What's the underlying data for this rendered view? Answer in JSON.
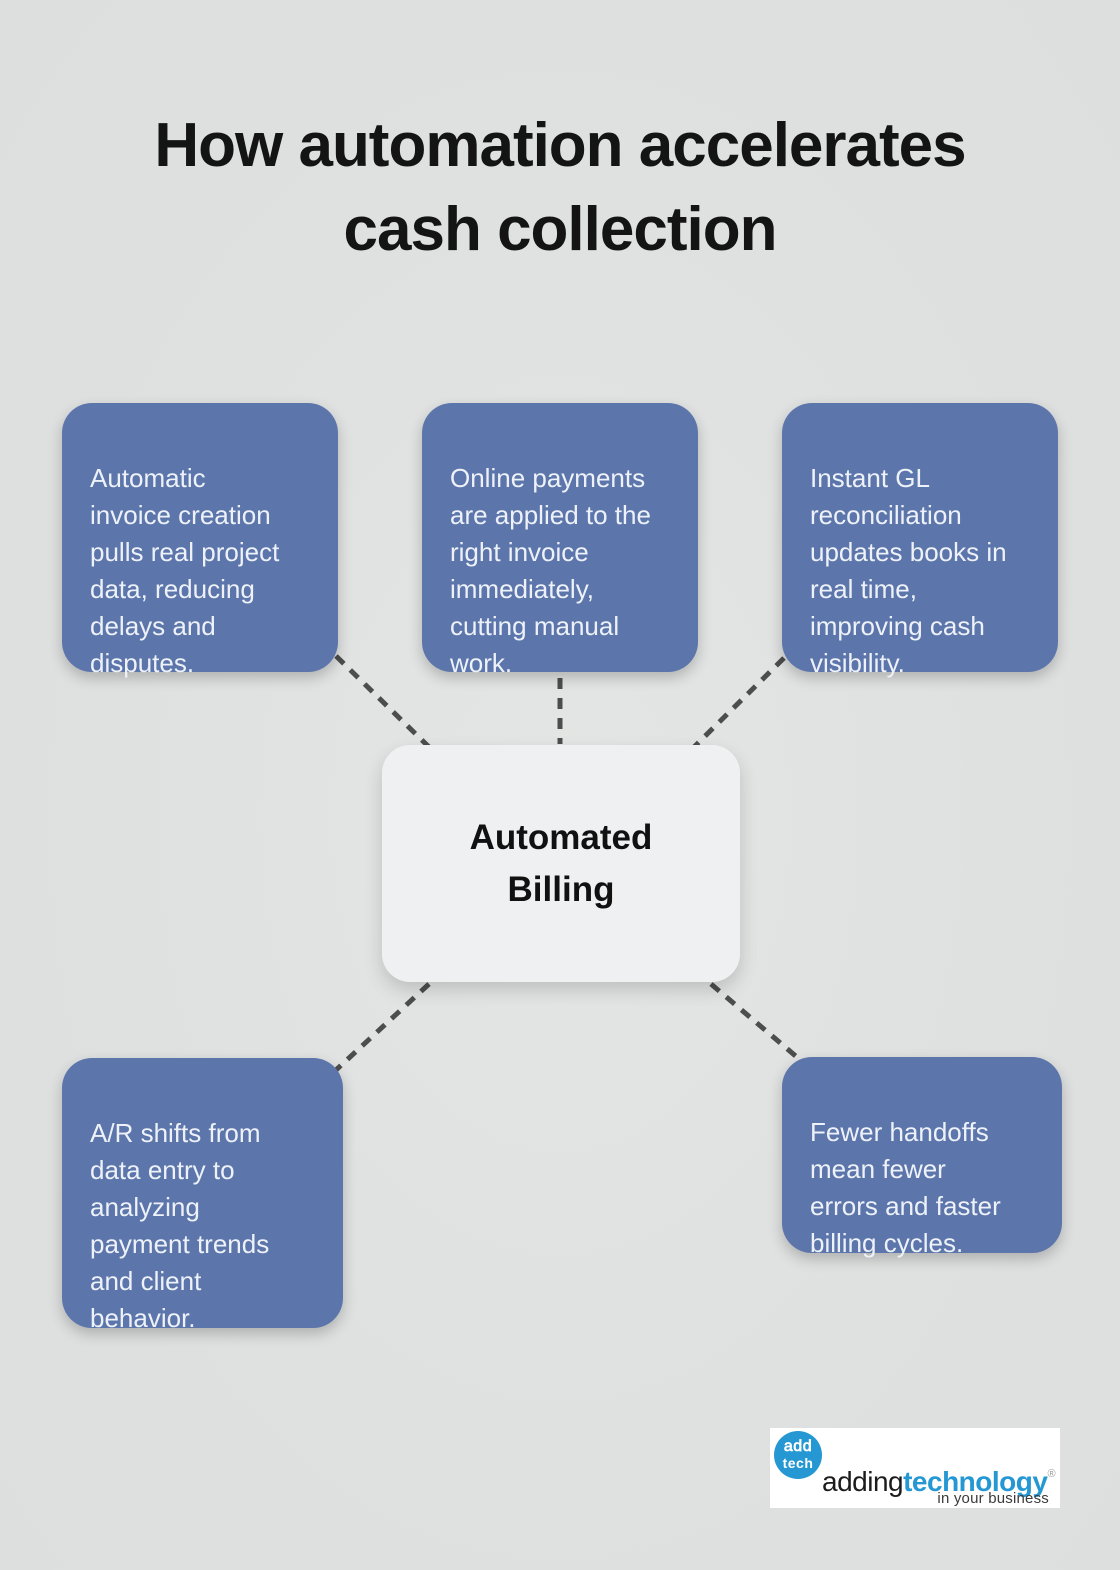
{
  "title": "How automation accelerates cash collection",
  "center_node": {
    "label": "Automated\nBilling"
  },
  "callouts": [
    {
      "position": "top-left",
      "text": "Automatic\ninvoice creation\npulls real project\ndata, reducing\ndelays and\ndisputes."
    },
    {
      "position": "top-center",
      "text": "Online payments\nare applied to the\nright invoice\nimmediately,\ncutting manual\nwork."
    },
    {
      "position": "top-right",
      "text": "Instant GL\nreconciliation\nupdates books in\nreal time,\nimproving cash\nvisibility."
    },
    {
      "position": "bottom-left",
      "text": "A/R shifts from\ndata entry to\nanalyzing\npayment trends\nand client\nbehavior."
    },
    {
      "position": "bottom-right",
      "text": "Fewer handoffs\nmean fewer\nerrors and faster\nbilling cycles."
    }
  ],
  "logo": {
    "badge_line1": "add",
    "badge_line2": "tech",
    "name_prefix": "adding",
    "name_suffix": "technology",
    "registered_mark": "®",
    "tagline": "in your business"
  },
  "colors": {
    "background": "#dfe1e1",
    "callout_fill": "#5c76ac",
    "callout_text": "#eef2f8",
    "center_fill": "#eff0f2",
    "center_text": "#111111",
    "connector": "#4d4d4d",
    "title_text": "#141414",
    "logo_blue": "#2598d3"
  }
}
